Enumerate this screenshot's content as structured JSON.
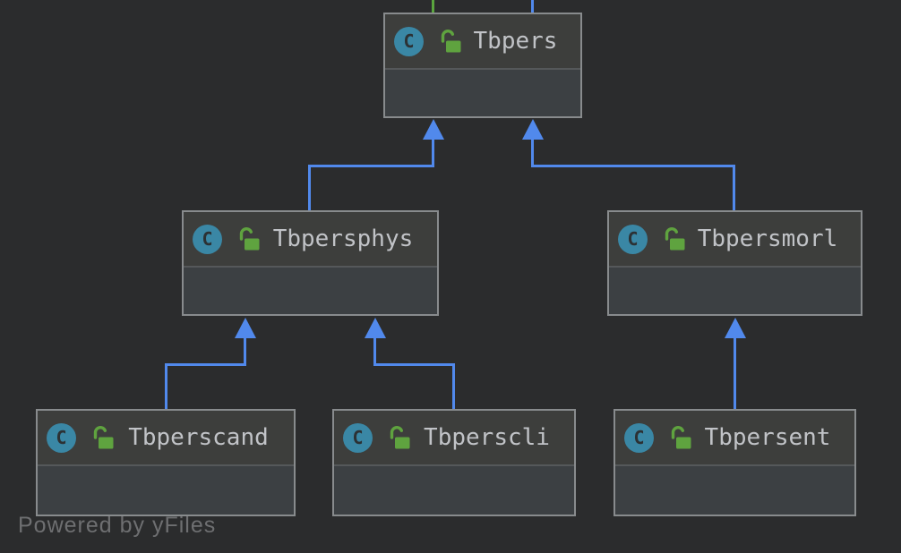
{
  "colors": {
    "background": "#2b2c2d",
    "node_header": "#3d3e3c",
    "node_body": "#3c4043",
    "node_border": "#888b8d",
    "node_divider": "#55585a",
    "title_text": "#c1c3c7",
    "edge_blue": "#5189ec",
    "edge_green": "#5aa53e",
    "class_icon_bg": "#3a87a5",
    "class_icon_letter_color": "#2c3134",
    "lock_icon_color": "#5fa33f",
    "watermark_text": "#6e6f71"
  },
  "nodes": [
    {
      "id": "tbpers",
      "label": "Tbpers",
      "kind": "class",
      "icon_letter": "C",
      "visibility_icon": "unlocked-padlock"
    },
    {
      "id": "tbpersphys",
      "label": "Tbpersphys",
      "kind": "class",
      "icon_letter": "C",
      "visibility_icon": "unlocked-padlock"
    },
    {
      "id": "tbpersmorl",
      "label": "Tbpersmorl",
      "kind": "class",
      "icon_letter": "C",
      "visibility_icon": "unlocked-padlock"
    },
    {
      "id": "tbperscand",
      "label": "Tbperscand",
      "kind": "class",
      "icon_letter": "C",
      "visibility_icon": "unlocked-padlock"
    },
    {
      "id": "tbperscli",
      "label": "Tbperscli",
      "kind": "class",
      "icon_letter": "C",
      "visibility_icon": "unlocked-padlock"
    },
    {
      "id": "tbpersent",
      "label": "Tbpersent",
      "kind": "class",
      "icon_letter": "C",
      "visibility_icon": "unlocked-padlock"
    }
  ],
  "edges": [
    {
      "from": "Tbpersphys",
      "to": "Tbpers",
      "relation": "extends",
      "color": "#5189ec"
    },
    {
      "from": "Tbpersmorl",
      "to": "Tbpers",
      "relation": "extends",
      "color": "#5189ec"
    },
    {
      "from": "Tbperscand",
      "to": "Tbpersphys",
      "relation": "extends",
      "color": "#5189ec"
    },
    {
      "from": "Tbperscli",
      "to": "Tbpersphys",
      "relation": "extends",
      "color": "#5189ec"
    },
    {
      "from": "Tbpersent",
      "to": "Tbpersmorl",
      "relation": "extends",
      "color": "#5189ec"
    }
  ],
  "top_edge_stubs": [
    {
      "from": "Tbpers",
      "to": "off-screen-above",
      "color": "#5aa53e"
    },
    {
      "from": "Tbpers",
      "to": "off-screen-above",
      "color": "#5189ec"
    }
  ],
  "watermark": {
    "text": "Powered by yFiles"
  }
}
